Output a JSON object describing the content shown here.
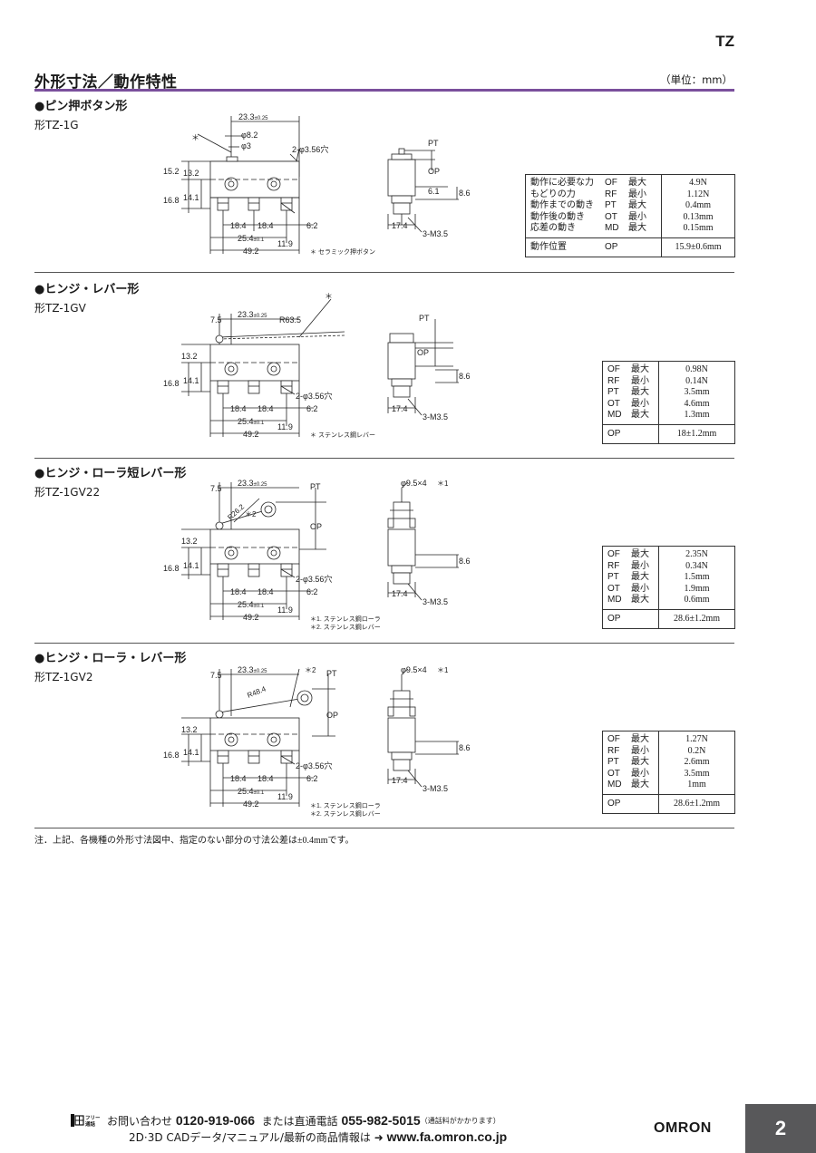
{
  "header": {
    "series": "TZ",
    "title": "外形寸法／動作特性",
    "unit": "（単位：mm）"
  },
  "sections": [
    {
      "heading": "●ピン押ボタン形",
      "model": "形TZ-1G",
      "specs": [
        {
          "name": "動作に必要な力",
          "abbr": "OF",
          "limit": "最大",
          "value": "4.9N"
        },
        {
          "name": "もどりの力",
          "abbr": "RF",
          "limit": "最小",
          "value": "1.12N"
        },
        {
          "name": "動作までの動き",
          "abbr": "PT",
          "limit": "最大",
          "value": "0.4mm"
        },
        {
          "name": "動作後の動き",
          "abbr": "OT",
          "limit": "最小",
          "value": "0.13mm"
        },
        {
          "name": "応差の動き",
          "abbr": "MD",
          "limit": "最大",
          "value": "0.15mm"
        }
      ],
      "op": {
        "name": "動作位置",
        "abbr": "OP",
        "value": "15.9±0.6mm"
      },
      "dims": {
        "d1": "23.3",
        "d1tol": "±0.25",
        "d2": "φ8.2",
        "d3": "φ3",
        "hole": "2-φ3.56穴",
        "h1": "15.2",
        "h2": "13.2",
        "h3": "16.8",
        "h4": "14.1",
        "p1": "18.4",
        "p2": "18.4",
        "p3": "6.2",
        "p4": "25.4",
        "p4tol": "±0.1",
        "p5": "11.9",
        "p6": "49.2",
        "side1": "6.1",
        "side2": "8.6",
        "side3": "17.4",
        "screw": "3-M3.5",
        "pt": "PT",
        "opl": "OP",
        "star": "＊",
        "note1": "＊ セラミック押ボタン"
      }
    },
    {
      "heading": "●ヒンジ・レバー形",
      "model": "形TZ-1GV",
      "specs": [
        {
          "name": "",
          "abbr": "OF",
          "limit": "最大",
          "value": "0.98N"
        },
        {
          "name": "",
          "abbr": "RF",
          "limit": "最小",
          "value": "0.14N"
        },
        {
          "name": "",
          "abbr": "PT",
          "limit": "最大",
          "value": "3.5mm"
        },
        {
          "name": "",
          "abbr": "OT",
          "limit": "最小",
          "value": "4.6mm"
        },
        {
          "name": "",
          "abbr": "MD",
          "limit": "最大",
          "value": "1.3mm"
        }
      ],
      "op": {
        "name": "",
        "abbr": "OP",
        "value": "18±1.2mm"
      },
      "dims": {
        "d0": "7.5",
        "d1": "23.3",
        "d1tol": "±0.25",
        "r": "R63.5",
        "star": "＊",
        "pt": "PT",
        "opl": "OP",
        "h2": "13.2",
        "h3": "16.8",
        "h4": "14.1",
        "hole": "2-φ3.56穴",
        "p1": "18.4",
        "p2": "18.4",
        "p3": "6.2",
        "p4": "25.4",
        "p4tol": "±0.1",
        "p5": "11.9",
        "p6": "49.2",
        "side2": "8.6",
        "side3": "17.4",
        "screw": "3-M3.5",
        "note1": "＊ ステンレス鋼レバー"
      }
    },
    {
      "heading": "●ヒンジ・ローラ短レバー形",
      "model": "形TZ-1GV22",
      "specs": [
        {
          "name": "",
          "abbr": "OF",
          "limit": "最大",
          "value": "2.35N"
        },
        {
          "name": "",
          "abbr": "RF",
          "limit": "最小",
          "value": "0.34N"
        },
        {
          "name": "",
          "abbr": "PT",
          "limit": "最大",
          "value": "1.5mm"
        },
        {
          "name": "",
          "abbr": "OT",
          "limit": "最小",
          "value": "1.9mm"
        },
        {
          "name": "",
          "abbr": "MD",
          "limit": "最大",
          "value": "0.6mm"
        }
      ],
      "op": {
        "name": "",
        "abbr": "OP",
        "value": "28.6±1.2mm"
      },
      "dims": {
        "d0": "7.5",
        "d1": "23.3",
        "d1tol": "±0.25",
        "r": "R26.2",
        "star2": "＊2",
        "pt": "PT",
        "opl": "OP",
        "roller": "φ9.5×4",
        "star1": "＊1",
        "h2": "13.2",
        "h3": "16.8",
        "h4": "14.1",
        "hole": "2-φ3.56穴",
        "p1": "18.4",
        "p2": "18.4",
        "p3": "6.2",
        "p4": "25.4",
        "p4tol": "±0.1",
        "p5": "11.9",
        "p6": "49.2",
        "side2": "8.6",
        "side3": "17.4",
        "screw": "3-M3.5",
        "note1": "＊1. ステンレス鋼ローラ",
        "note2": "＊2. ステンレス鋼レバー"
      }
    },
    {
      "heading": "●ヒンジ・ローラ・レバー形",
      "model": "形TZ-1GV2",
      "specs": [
        {
          "name": "",
          "abbr": "OF",
          "limit": "最大",
          "value": "1.27N"
        },
        {
          "name": "",
          "abbr": "RF",
          "limit": "最小",
          "value": "0.2N"
        },
        {
          "name": "",
          "abbr": "PT",
          "limit": "最大",
          "value": "2.6mm"
        },
        {
          "name": "",
          "abbr": "OT",
          "limit": "最小",
          "value": "3.5mm"
        },
        {
          "name": "",
          "abbr": "MD",
          "limit": "最大",
          "value": "1mm"
        }
      ],
      "op": {
        "name": "",
        "abbr": "OP",
        "value": "28.6±1.2mm"
      },
      "dims": {
        "d0": "7.5",
        "d1": "23.3",
        "d1tol": "±0.25",
        "r": "R48.4",
        "star2": "＊2",
        "pt": "PT",
        "opl": "OP",
        "roller": "φ9.5×4",
        "star1": "＊1",
        "h2": "13.2",
        "h3": "16.8",
        "h4": "14.1",
        "hole": "2-φ3.56穴",
        "p1": "18.4",
        "p2": "18.4",
        "p3": "6.2",
        "p4": "25.4",
        "p4tol": "±0.1",
        "p5": "11.9",
        "p6": "49.2",
        "side2": "8.6",
        "side3": "17.4",
        "screw": "3-M3.5",
        "note1": "＊1. ステンレス鋼ローラ",
        "note2": "＊2. ステンレス鋼レバー"
      }
    }
  ],
  "note": "注．上記、各機種の外形寸法図中、指定のない部分の寸法公差は±0.4mmです。",
  "footer": {
    "icon": "free-dial-icon",
    "icon_text_top": "フリー",
    "icon_text_bottom": "通話",
    "inquiry": "お問い合わせ",
    "free_number": "0120-919-066",
    "or_direct": "または直通電話",
    "direct_number": "055-982-5015",
    "charge_note": "（通話料がかかります）",
    "cad_text": "2D·3D CADデータ/マニュアル/最新の商品情報は",
    "arrow": "➜",
    "url": "www.fa.omron.co.jp"
  },
  "brand": "OMRON",
  "page_number": "2"
}
